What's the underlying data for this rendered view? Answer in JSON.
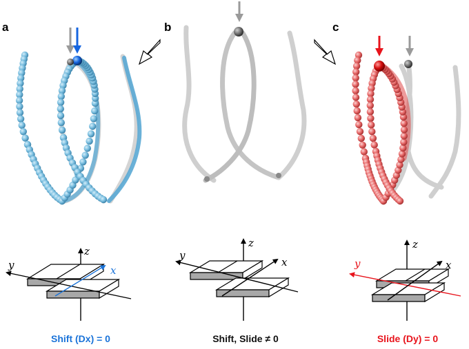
{
  "panels": [
    {
      "letter": "a",
      "caption": "Shift (Dx) = 0",
      "caption_color": "#1a73d9",
      "accent": "#1565e0",
      "highlight_axis": "x"
    },
    {
      "letter": "b",
      "caption": "Shift, Slide ≠ 0",
      "caption_color": "#111111",
      "accent": "#000000",
      "highlight_axis": ""
    },
    {
      "letter": "c",
      "caption": "Slide (Dy) = 0",
      "caption_color": "#e8131b",
      "accent": "#e8131b",
      "highlight_axis": "y"
    }
  ],
  "axes": {
    "x": "x",
    "y": "y",
    "z": "z"
  },
  "colors": {
    "blue_beads": "#7bbfe0",
    "blue_tube": "#5aa9d4",
    "red_beads": "#e86a6a",
    "red_tube": "#e04848",
    "gray_tube": "#c9c9c9",
    "gray_arrow": "#9a9a9a",
    "slab_side": "#a8a8a8"
  },
  "icons": [
    "down-arrow-icon",
    "hollow-arrow-icon"
  ]
}
